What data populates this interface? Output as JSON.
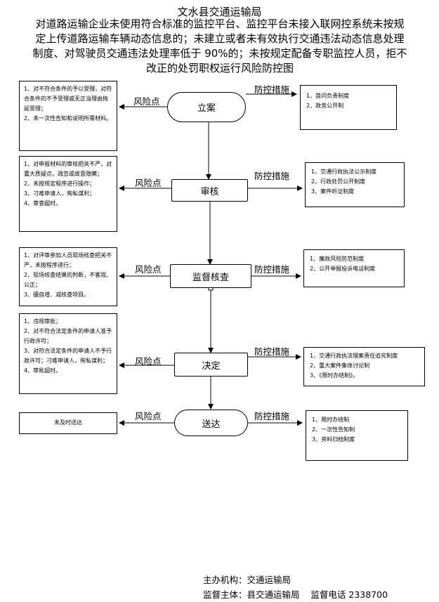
{
  "title": "文水县交通运输局",
  "subtitle_lines": [
    "对道路运输企业未使用符合标准的监控平台、监控平台未接入联网控系统未按规",
    "定上传道路运输车辆动态信息的；未建立或者未有效执行交通违法动态信息处理",
    "制度、对驾驶员交通违法处理率低于 90%的；未按规定配备专职监控人员，拒不",
    "改正的处罚职权运行风险防控图"
  ],
  "labels": {
    "risk": "风险点",
    "control": "防控措施"
  },
  "steps": [
    {
      "name": "立案",
      "risk_items": [
        "1、对不符合条件的予以受理，对符合条件的不予受理或无正当理由拖延受理；",
        "2、未一次性告知和说明所需材料。"
      ],
      "control_items": [
        "1、首问负责制度",
        "2、政务公开制"
      ]
    },
    {
      "name": "审核",
      "risk_items": [
        "1、对申报材料的审核把关不严，对重大质疑点，疏忽或故意隐瞒；",
        "2、未按规定程序进行操作；",
        "3、刁难申请人，徇私谋利；",
        "4、审查超时。"
      ],
      "control_items": [
        "1、交通行政执法公示制度",
        "2、行政处罚公开制度",
        "3、案件听证制度"
      ]
    },
    {
      "name": "监督核查",
      "risk_items": [
        "1、对评审参加人员现场核查把关不严，未按程序进行；",
        "2、现场核查结果的判断，不客观、公正；",
        "3、擅自增、减核查项目。"
      ],
      "control_items": [
        "1、廉政风险防范制度",
        "2、公开举报投诉电话制度"
      ]
    },
    {
      "name": "决定",
      "risk_items": [
        "1、违规审批；",
        "2、对不符合法定条件的申请人准予行政许可；",
        "3、对符合法定条件的申请人不予行政许可；刁难申请人，徇私谋利；",
        "4、审批超时。"
      ],
      "control_items": [
        "1、交通行政执法错案责任追究制度",
        "2、重大案件集体讨论制",
        "3、《限时办结制》。"
      ]
    },
    {
      "name": "送达",
      "risk_items": [
        "未及时送达"
      ],
      "control_items": [
        "1、限时办结制",
        "2、一次性告知制",
        "3、资料归档制度"
      ]
    }
  ],
  "footer": {
    "organizer": "主办机构：交通运输局",
    "supervisor": "监督主体：县交通运输局    监督电话 2338700"
  }
}
